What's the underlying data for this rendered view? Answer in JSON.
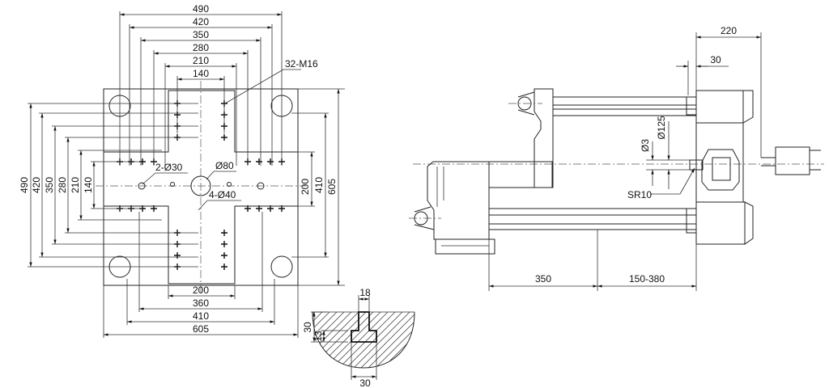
{
  "platen_view": {
    "top_dims": [
      "490",
      "420",
      "350",
      "280",
      "210",
      "140"
    ],
    "left_dims": [
      "490",
      "420",
      "350",
      "280",
      "210",
      "140"
    ],
    "bottom_dims": [
      "200",
      "360",
      "410",
      "605"
    ],
    "right_dims": [
      "200",
      "410",
      "605"
    ],
    "callouts": {
      "threads": "32-M16",
      "holes_30": "2-Ø30",
      "center_hole": "Ø80",
      "holes_40": "4-Ø40"
    }
  },
  "detail_view": {
    "top_dim": "18",
    "bottom_dim": "30",
    "side_dims": [
      "30",
      "13"
    ]
  },
  "side_view": {
    "top_dims": [
      "220",
      "30"
    ],
    "nozzle_dims": [
      "Ø3",
      "Ø125"
    ],
    "radius": "SR10",
    "bottom_dims": [
      "350",
      "150-380"
    ]
  }
}
